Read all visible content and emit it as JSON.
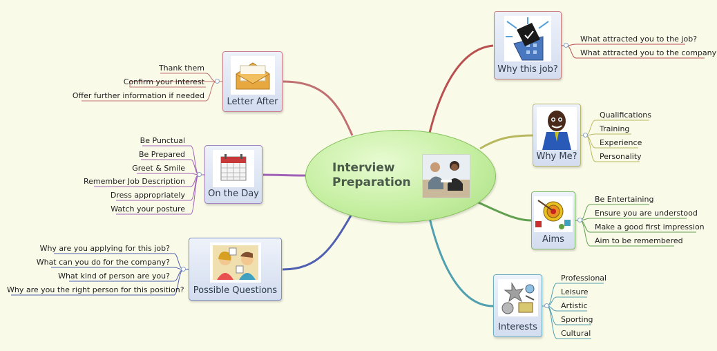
{
  "central": {
    "title": "Interview\nPreparation",
    "title_line1": "Interview",
    "title_line2": "Preparation"
  },
  "topics": {
    "letter_after": {
      "label": "Letter After",
      "children": [
        "Thank them",
        "Confirm your interest",
        "Offer further information if needed"
      ],
      "color": "#c06c6c"
    },
    "on_the_day": {
      "label": "On the Day",
      "children": [
        "Be Punctual",
        "Be Prepared",
        "Greet & Smile",
        "Remember Job Description",
        "Dress appropriately",
        "Watch your posture"
      ],
      "color": "#a060b8"
    },
    "possible_questions": {
      "label": "Possible Questions",
      "children": [
        "Why are you applying for this job?",
        "What can you do for the company?",
        "What kind of person are you?",
        "Why are you the right person for this position?"
      ],
      "color": "#5060b0"
    },
    "why_this_job": {
      "label": "Why this job?",
      "children": [
        "What attracted you to the job?",
        "What attracted you to the company?"
      ],
      "color": "#b85050"
    },
    "why_me": {
      "label": "Why Me?",
      "children": [
        "Qualifications",
        "Training",
        "Experience",
        "Personality"
      ],
      "color": "#a8a840"
    },
    "aims": {
      "label": "Aims",
      "children": [
        "Be Entertaining",
        "Ensure you are understood",
        "Make a good first impression",
        "Aim to be remembered"
      ],
      "color": "#60a040"
    },
    "interests": {
      "label": "Interests",
      "children": [
        "Professional",
        "Leisure",
        "Artistic",
        "Sporting",
        "Cultural"
      ],
      "color": "#50a0b0"
    }
  }
}
